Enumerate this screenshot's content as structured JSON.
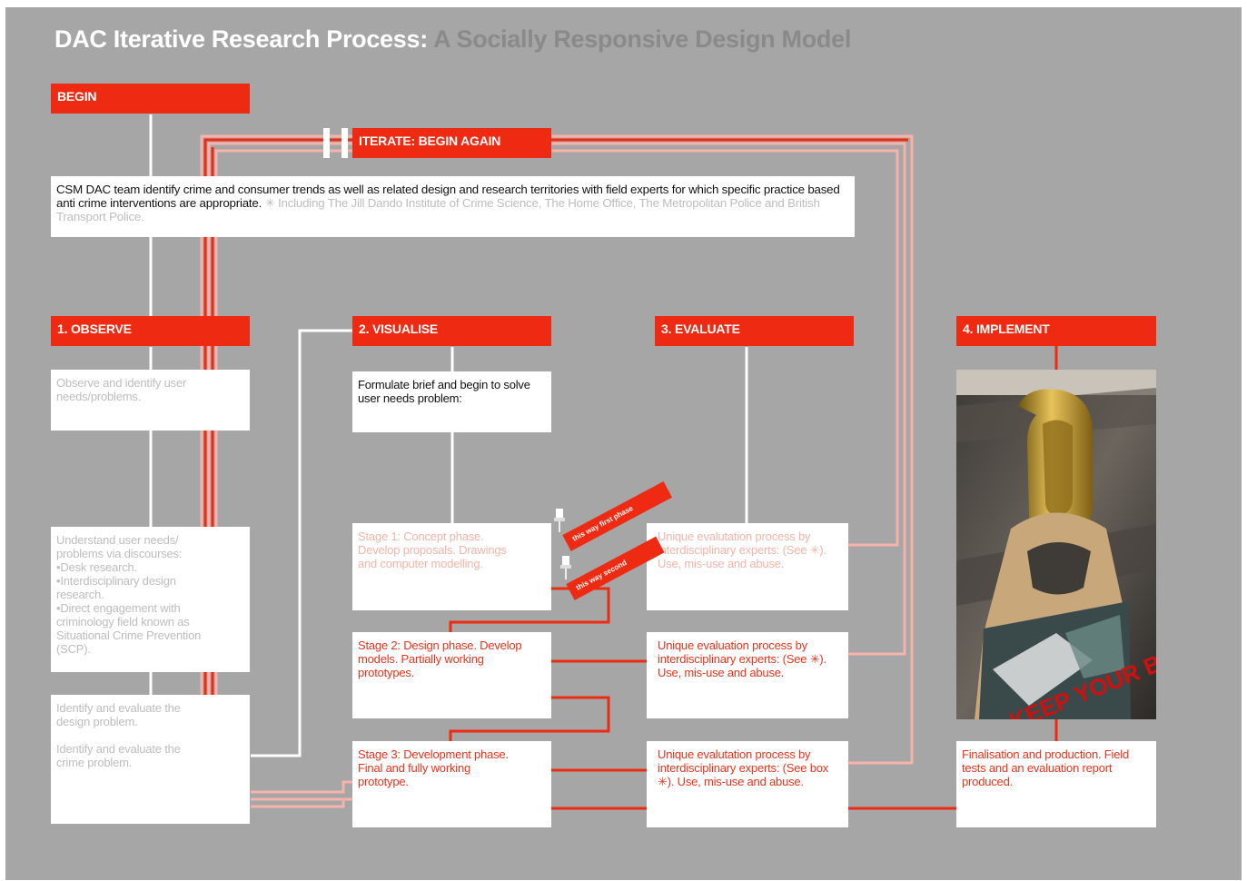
{
  "title": {
    "part1": "DAC Iterative Research Process:",
    "part2": "A Socially Responsive Design Model"
  },
  "headers": {
    "begin": "BEGIN",
    "iterate": "ITERATE: BEGIN AGAIN",
    "observe": "1. OBSERVE",
    "visualise": "2. VISUALISE",
    "evaluate": "3. EVALUATE",
    "implement": "4. IMPLEMENT"
  },
  "intro": {
    "main": "CSM DAC team identify crime and consumer trends as well as related design and research territories with field experts for which specific practice based anti crime interventions are appropriate.",
    "note": "✳ Including The Jill Dando Institute of Crime Science, The Home Office, The Metropolitan Police and British Transport Police."
  },
  "observe": {
    "box1": "Observe and identify user needs/problems.",
    "box2": {
      "lead": "Understand user needs/ problems via discourses:",
      "items": [
        "•Desk research.",
        "•Interdisciplinary design research.",
        "•Direct engagement with criminology field known as Situational Crime Prevention (SCP)."
      ]
    },
    "box3": {
      "p1": "Identify and evaluate the design problem.",
      "p2": "Identify and evaluate the crime problem."
    }
  },
  "visualise": {
    "brief": "Formulate brief and begin to solve user needs problem:",
    "stage1": "Stage 1: Concept phase. Develop proposals. Drawings and computer modelling.",
    "stage2": "Stage 2: Design phase. Develop models. Partially working prototypes.",
    "stage3": "Stage 3: Development phase. Final and fully working prototype."
  },
  "evaluate": {
    "eval1": "Unique evalutation process by interdisciplinary experts: (See ✳). Use, mis-use and abuse.",
    "eval2": "Unique evaluation process by interdisciplinary experts: (See ✳). Use, mis-use and abuse.",
    "eval3": "Unique evalutation process by interdisciplinary experts: (See box ✳). Use, mis-use and abuse."
  },
  "implement": {
    "final": "Finalisation and production. Field tests and an evaluation report produced.",
    "photo_text": "KEEP YOUR BAG SAFE!"
  },
  "tags": {
    "tag1": "this way first phase",
    "tag2": "this way second"
  },
  "colors": {
    "background": "#a6a6a6",
    "accent_red": "#ee2a12",
    "flow_white": "#ffffff",
    "flow_pink": "#f5b3a9"
  }
}
